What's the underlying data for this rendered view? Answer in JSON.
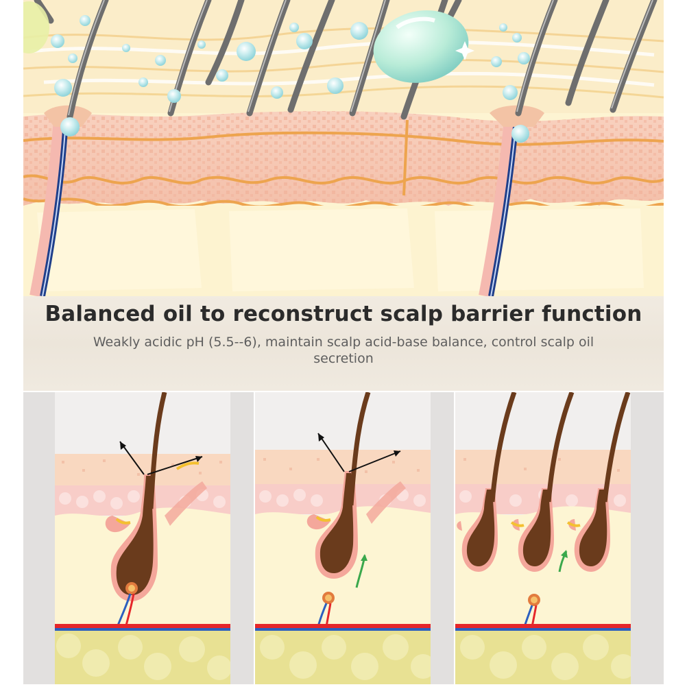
{
  "caption": {
    "title": "Balanced oil to reconstruct scalp barrier function",
    "subtitle": "Weakly acidic pH (5.5--6), maintain scalp acid-base balance, control scalp oil secretion"
  },
  "palette": {
    "skin_top": "#f7d7bf",
    "skin_dots": "#f3b9a1",
    "dermis_pink": "#f6c8c3",
    "base_cream": "#fdf2cd",
    "sebaceous_orange": "#f2a548",
    "follicle_brown": "#6b3d1e",
    "fat_yellow": "#e8e292",
    "vessel_red": "#e5262a",
    "vessel_blue": "#2b5fbf",
    "bubble_cyan": "#a9e1e6",
    "hair_grey": "#5a5a5a"
  },
  "panels": [
    {
      "id": "stage-1",
      "description": "oil and dirt pushed out of follicle"
    },
    {
      "id": "stage-2",
      "description": "follicle recovering, growth arrow"
    },
    {
      "id": "stage-3",
      "description": "multiple healthy follicles"
    }
  ]
}
